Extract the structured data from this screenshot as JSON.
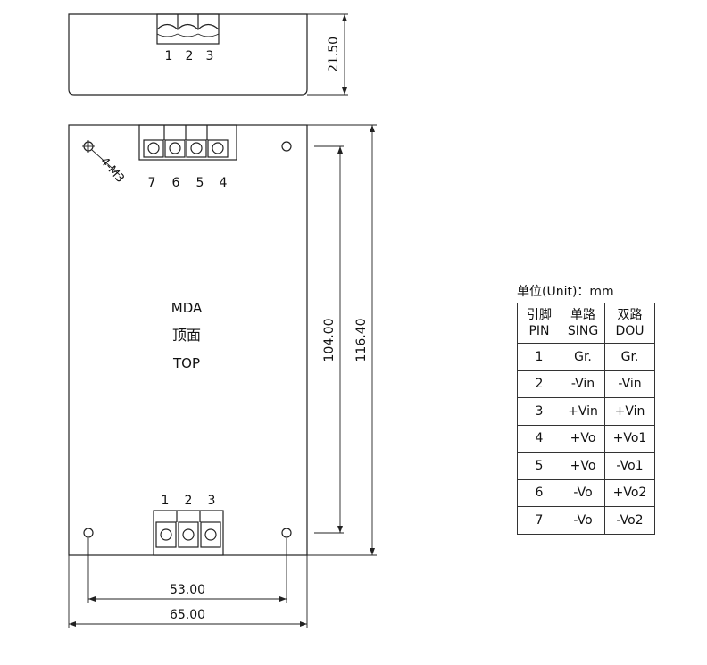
{
  "side_view": {
    "pin_labels": [
      "1",
      "2",
      "3"
    ],
    "height_dim": "21.50"
  },
  "top_view": {
    "model": "MDA",
    "face_label_cn": "顶面",
    "face_label_en": "TOP",
    "mount_note": "4-M3",
    "top_pin_labels": [
      "7",
      "6",
      "5",
      "4"
    ],
    "bottom_pin_labels": [
      "1",
      "2",
      "3"
    ],
    "dim_hole_span_v": "104.00",
    "dim_total_v": "116.40",
    "dim_hole_span_h": "53.00",
    "dim_total_h": "65.00"
  },
  "pin_table": {
    "unit_caption": "单位(Unit)：mm",
    "headers": [
      {
        "cn": "引脚",
        "en": "PIN"
      },
      {
        "cn": "单路",
        "en": "SING"
      },
      {
        "cn": "双路",
        "en": "DOU"
      }
    ],
    "rows": [
      [
        "1",
        "Gr.",
        "Gr."
      ],
      [
        "2",
        "-Vin",
        "-Vin"
      ],
      [
        "3",
        "+Vin",
        "+Vin"
      ],
      [
        "4",
        "+Vo",
        "+Vo1"
      ],
      [
        "5",
        "+Vo",
        "-Vo1"
      ],
      [
        "6",
        "-Vo",
        "+Vo2"
      ],
      [
        "7",
        "-Vo",
        "-Vo2"
      ]
    ]
  }
}
